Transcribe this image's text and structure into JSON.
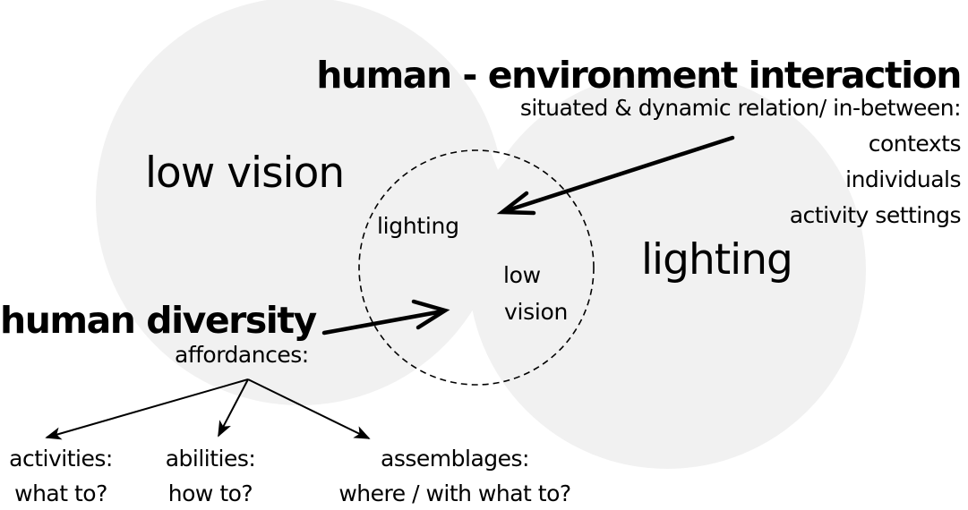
{
  "diagram": {
    "colors": {
      "circle_fill": "#f1f1f1",
      "stroke": "#000000",
      "background": "#ffffff"
    },
    "circles": {
      "left_label": "low vision",
      "right_label": "lighting",
      "overlap_label_top": "lighting",
      "overlap_label_bottom_line1": "low",
      "overlap_label_bottom_line2": "vision"
    },
    "human_environment": {
      "title": "human - environment interaction",
      "subtitle": "situated & dynamic relation/ in-between:",
      "items": [
        "contexts",
        "individuals",
        "activity settings"
      ]
    },
    "human_diversity": {
      "title": "human diversity",
      "subtitle": "affordances:",
      "branches": [
        {
          "label": "activities:",
          "question": "what to?"
        },
        {
          "label": "abilities:",
          "question": "how to?"
        },
        {
          "label": "assemblages:",
          "question": "where / with what to?"
        }
      ]
    }
  }
}
